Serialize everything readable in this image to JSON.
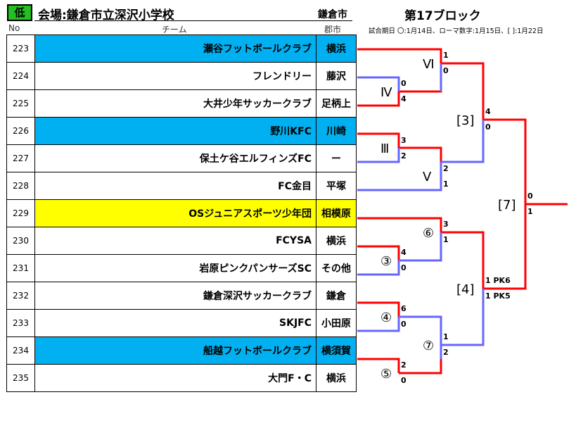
{
  "header": {
    "badge": "低",
    "venue": "会場:鎌倉市立深沢小学校",
    "city_tag": "鎌倉市",
    "block": "第17ブロック",
    "schedule": "試合期日 〇:1月14日、ローマ数字:1月15日、[ ]:1月22日",
    "col_no": "No",
    "col_team": "チーム",
    "col_city": "郡市"
  },
  "colors": {
    "blue": "#00b0f0",
    "yellow": "#ffff00",
    "win": "#ff0000",
    "lose": "#6666ff",
    "badge": "#22c022"
  },
  "teams": [
    {
      "no": "223",
      "name": "瀬谷フットボールクラブ",
      "city": "横浜",
      "hl": "blue"
    },
    {
      "no": "224",
      "name": "フレンドリー",
      "city": "藤沢",
      "hl": ""
    },
    {
      "no": "225",
      "name": "大井少年サッカークラブ",
      "city": "足柄上",
      "hl": ""
    },
    {
      "no": "226",
      "name": "野川KFC",
      "city": "川崎",
      "hl": "blue"
    },
    {
      "no": "227",
      "name": "保土ケ谷エルフィンズFC",
      "city": "ー",
      "hl": ""
    },
    {
      "no": "228",
      "name": "FC金目",
      "city": "平塚",
      "hl": ""
    },
    {
      "no": "229",
      "name": "OSジュニアスポーツ少年団",
      "city": "相模原",
      "hl": "yellow"
    },
    {
      "no": "230",
      "name": "FCYSA",
      "city": "横浜",
      "hl": ""
    },
    {
      "no": "231",
      "name": "岩原ピンクパンサーズSC",
      "city": "その他",
      "hl": ""
    },
    {
      "no": "232",
      "name": "鎌倉深沢サッカークラブ",
      "city": "鎌倉",
      "hl": ""
    },
    {
      "no": "233",
      "name": "SKJFC",
      "city": "小田原",
      "hl": ""
    },
    {
      "no": "234",
      "name": "船越フットボールクラブ",
      "city": "横須賀",
      "hl": "blue"
    },
    {
      "no": "235",
      "name": "大門F・C",
      "city": "横浜",
      "hl": ""
    }
  ],
  "matches": {
    "m3": {
      "label": "③",
      "top": "4",
      "bottom": "0"
    },
    "m4": {
      "label": "④",
      "top": "6",
      "bottom": "0"
    },
    "m5": {
      "label": "⑤",
      "top": "2",
      "bottom": "0"
    },
    "m6": {
      "label": "⑥",
      "top": "3",
      "bottom": "1"
    },
    "m7": {
      "label": "⑦",
      "top": "1",
      "bottom": "2"
    },
    "r3": {
      "label": "Ⅲ",
      "top": "3",
      "bottom": "2"
    },
    "r4": {
      "label": "Ⅳ",
      "top": "0",
      "bottom": "4"
    },
    "r5": {
      "label": "Ⅴ",
      "top": "2",
      "bottom": "1"
    },
    "r6": {
      "label": "Ⅵ",
      "top": "1",
      "bottom": "0"
    },
    "b3": {
      "label": "[3]",
      "top": "4",
      "bottom": "0"
    },
    "b4": {
      "label": "[4]",
      "top": "1 PK6",
      "bottom": "1 PK5"
    },
    "b7": {
      "label": "[7]",
      "top": "0",
      "bottom": "1"
    }
  }
}
